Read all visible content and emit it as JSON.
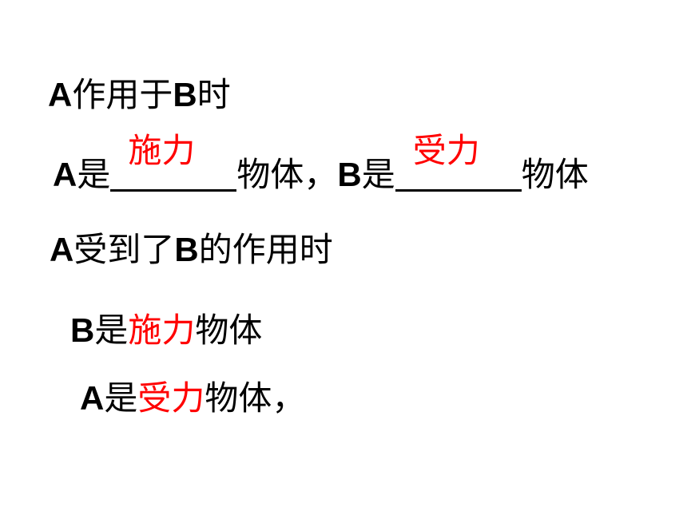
{
  "colors": {
    "text": "#000000",
    "answer": "#ff0000",
    "background": "#ffffff"
  },
  "line1": {
    "a": "A",
    "t1": "作用于",
    "b": "B",
    "t2": "时"
  },
  "line2": {
    "a": "A",
    "is1": "是",
    "answer1": "施力",
    "t1": "物体，",
    "b": "B",
    "is2": "是",
    "answer2": "受力",
    "t2": "物体"
  },
  "line3": {
    "a": "A",
    "t1": "受到了",
    "b": "B",
    "t2": "的作用时"
  },
  "line4": {
    "b": "B",
    "is": "是",
    "answer": "施力",
    "t": "物体"
  },
  "line5": {
    "a": "A",
    "is": "是",
    "answer": "受力",
    "t": "物体，"
  }
}
